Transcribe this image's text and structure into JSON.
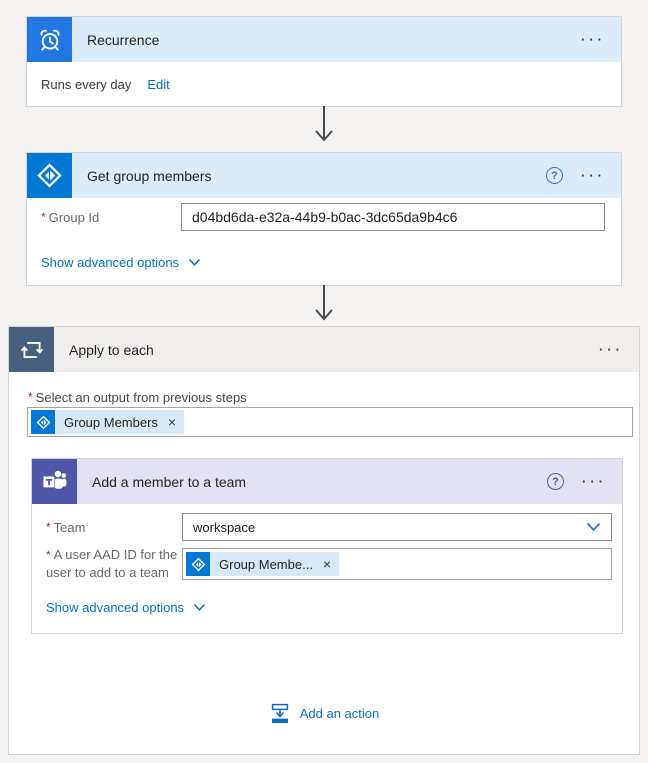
{
  "ui": {
    "required_marker": "*",
    "more_label": "···",
    "help_label": "?",
    "token_close": "×"
  },
  "colors": {
    "recurrence_icon_bg": "#2178e4",
    "azure_ad_icon_bg": "#0078d4",
    "apply_icon_bg": "#46617f",
    "teams_icon_bg": "#4f56a8",
    "recurrence_header_bg": "#dcebfa",
    "apply_header_bg": "#efeeed",
    "teams_header_bg": "#e3e2f3",
    "token_bg": "#d7e9f8",
    "link": "#0072c6",
    "accent": "#0f6cbd"
  },
  "flow": {
    "recurrence": {
      "title": "Recurrence",
      "summary": "Runs every day",
      "edit_label": "Edit"
    },
    "get_group_members": {
      "title": "Get group members",
      "group_id_label": "Group Id",
      "group_id_value": "d04bd6da-e32a-44b9-b0ac-3dc65da9b4c6",
      "advanced_label": "Show advanced options"
    },
    "apply_to_each": {
      "title": "Apply to each",
      "select_label": "Select an output from previous steps",
      "token_label": "Group Members"
    },
    "add_member_to_team": {
      "title": "Add a member to a team",
      "team_label": "Team",
      "team_value": "workspace",
      "aad_label": "A user AAD ID for the user to add to a team",
      "token_label": "Group Membe...",
      "advanced_label": "Show advanced options"
    },
    "add_action_label": "Add an action"
  }
}
